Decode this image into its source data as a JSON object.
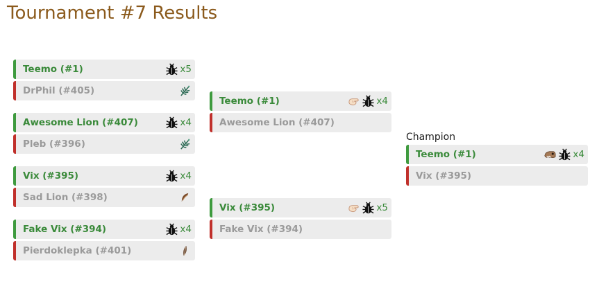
{
  "page_title": "Tournament #7 Results",
  "champion_label": "Champion",
  "round1": [
    {
      "winner": {
        "name": "Teemo (#1)",
        "loot": [
          {
            "icon": "bug-icon",
            "count": "x5"
          }
        ]
      },
      "loser": {
        "name": "DrPhil (#405)",
        "icon": "fern-icon"
      }
    },
    {
      "winner": {
        "name": "Awesome Lion (#407)",
        "loot": [
          {
            "icon": "bug-icon",
            "count": "x4"
          }
        ]
      },
      "loser": {
        "name": "Pleb (#396)",
        "icon": "fern-icon"
      }
    },
    {
      "winner": {
        "name": "Vix (#395)",
        "loot": [
          {
            "icon": "bug-icon",
            "count": "x4"
          }
        ]
      },
      "loser": {
        "name": "Sad Lion (#398)",
        "icon": "claw-icon"
      }
    },
    {
      "winner": {
        "name": "Fake Vix (#394)",
        "loot": [
          {
            "icon": "bug-icon",
            "count": "x4"
          }
        ]
      },
      "loser": {
        "name": "Pierdoklepka (#401)",
        "icon": "feather-icon"
      }
    }
  ],
  "round2": [
    {
      "winner": {
        "name": "Teemo (#1)",
        "loot": [
          {
            "icon": "hand-icon"
          },
          {
            "icon": "bug-icon",
            "count": "x4"
          }
        ]
      },
      "loser": {
        "name": "Awesome Lion (#407)"
      }
    },
    {
      "winner": {
        "name": "Vix (#395)",
        "loot": [
          {
            "icon": "hand-icon"
          },
          {
            "icon": "bug-icon",
            "count": "x5"
          }
        ]
      },
      "loser": {
        "name": "Fake Vix (#394)"
      }
    }
  ],
  "final": {
    "winner": {
      "name": "Teemo (#1)",
      "loot": [
        {
          "icon": "dino-skull-icon"
        },
        {
          "icon": "bug-icon",
          "count": "x4"
        }
      ]
    },
    "loser": {
      "name": "Vix (#395)"
    }
  }
}
